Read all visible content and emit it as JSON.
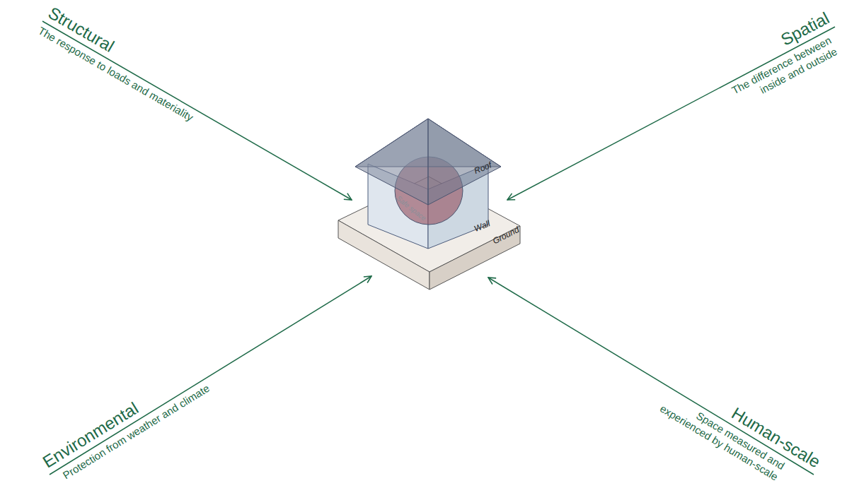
{
  "diagram": {
    "labels": [
      "Structural",
      "The response to loads and materiality",
      "Spatial",
      "The difference between inside and outside",
      "Environmental",
      "Protection from weather and climate",
      "Human-scale",
      "Space measured and experienced by human-scale",
      "Roof",
      "Wall",
      "Ground",
      "Safe space"
    ]
  }
}
